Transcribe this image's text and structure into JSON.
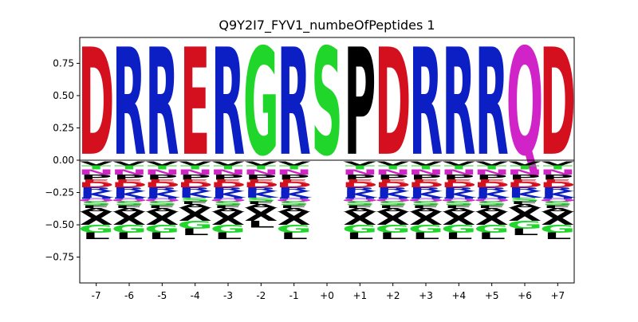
{
  "chart_data": {
    "type": "bar",
    "subtype": "sequence-logo",
    "title": "Q9Y2I7_FYV1_numbeOfPeptides 1",
    "positions": [
      "-7",
      "-6",
      "-5",
      "-4",
      "-3",
      "-2",
      "-1",
      "+0",
      "+1",
      "+2",
      "+3",
      "+4",
      "+5",
      "+6",
      "+7"
    ],
    "ylim": [
      -0.95,
      0.95
    ],
    "yticks": [
      0.75,
      0.5,
      0.25,
      0.0,
      -0.25,
      -0.5,
      -0.75
    ],
    "ytick_labels": [
      "0.75",
      "0.50",
      "0.25",
      "0.00",
      "−0.25",
      "−0.50",
      "−0.75"
    ],
    "grid": false,
    "top_residues": [
      "D",
      "R",
      "R",
      "E",
      "R",
      "G",
      "R",
      "S",
      "P",
      "D",
      "R",
      "R",
      "R",
      "Q",
      "D"
    ],
    "top_heights": [
      0.88,
      0.88,
      0.88,
      0.88,
      0.88,
      0.88,
      0.88,
      0.88,
      0.88,
      0.88,
      0.88,
      0.88,
      0.88,
      0.88,
      0.88
    ],
    "bottom_stacks": [
      {
        "position": "-7",
        "letters": [
          [
            "V",
            0.03
          ],
          [
            "T",
            0.03
          ],
          [
            "N",
            0.04
          ],
          [
            "P",
            0.04
          ],
          [
            "E",
            0.02
          ],
          [
            "D",
            0.04
          ],
          [
            "R",
            0.03
          ],
          [
            "K",
            0.05
          ],
          [
            "H",
            0.01
          ],
          [
            "Q",
            0.02
          ],
          [
            "S",
            0.03
          ],
          [
            "F",
            0.02
          ],
          [
            "A",
            0.03
          ],
          [
            "X",
            0.1
          ],
          [
            "G",
            0.06
          ],
          [
            "L",
            0.05
          ]
        ]
      },
      {
        "position": "-6",
        "letters": [
          [
            "V",
            0.03
          ],
          [
            "T",
            0.03
          ],
          [
            "N",
            0.04
          ],
          [
            "P",
            0.04
          ],
          [
            "E",
            0.02
          ],
          [
            "D",
            0.04
          ],
          [
            "R",
            0.03
          ],
          [
            "K",
            0.05
          ],
          [
            "H",
            0.01
          ],
          [
            "Q",
            0.02
          ],
          [
            "S",
            0.03
          ],
          [
            "F",
            0.02
          ],
          [
            "A",
            0.03
          ],
          [
            "X",
            0.1
          ],
          [
            "G",
            0.06
          ],
          [
            "L",
            0.05
          ]
        ]
      },
      {
        "position": "-5",
        "letters": [
          [
            "V",
            0.03
          ],
          [
            "T",
            0.03
          ],
          [
            "N",
            0.04
          ],
          [
            "P",
            0.04
          ],
          [
            "E",
            0.02
          ],
          [
            "D",
            0.04
          ],
          [
            "R",
            0.03
          ],
          [
            "K",
            0.05
          ],
          [
            "H",
            0.01
          ],
          [
            "Q",
            0.02
          ],
          [
            "S",
            0.03
          ],
          [
            "F",
            0.02
          ],
          [
            "A",
            0.03
          ],
          [
            "X",
            0.1
          ],
          [
            "G",
            0.06
          ],
          [
            "L",
            0.05
          ]
        ]
      },
      {
        "position": "-4",
        "letters": [
          [
            "V",
            0.03
          ],
          [
            "T",
            0.03
          ],
          [
            "N",
            0.04
          ],
          [
            "P",
            0.04
          ],
          [
            "E",
            0.02
          ],
          [
            "D",
            0.04
          ],
          [
            "R",
            0.03
          ],
          [
            "K",
            0.05
          ],
          [
            "S",
            0.03
          ],
          [
            "F",
            0.02
          ],
          [
            "A",
            0.03
          ],
          [
            "X",
            0.1
          ],
          [
            "G",
            0.06
          ],
          [
            "L",
            0.05
          ]
        ]
      },
      {
        "position": "-3",
        "letters": [
          [
            "V",
            0.03
          ],
          [
            "T",
            0.03
          ],
          [
            "N",
            0.04
          ],
          [
            "P",
            0.04
          ],
          [
            "E",
            0.02
          ],
          [
            "D",
            0.04
          ],
          [
            "R",
            0.03
          ],
          [
            "K",
            0.05
          ],
          [
            "H",
            0.01
          ],
          [
            "Q",
            0.02
          ],
          [
            "S",
            0.03
          ],
          [
            "F",
            0.02
          ],
          [
            "A",
            0.03
          ],
          [
            "X",
            0.1
          ],
          [
            "G",
            0.06
          ],
          [
            "L",
            0.05
          ]
        ]
      },
      {
        "position": "-2",
        "letters": [
          [
            "V",
            0.03
          ],
          [
            "T",
            0.03
          ],
          [
            "N",
            0.04
          ],
          [
            "P",
            0.04
          ],
          [
            "E",
            0.02
          ],
          [
            "D",
            0.04
          ],
          [
            "R",
            0.03
          ],
          [
            "K",
            0.05
          ],
          [
            "S",
            0.03
          ],
          [
            "F",
            0.02
          ],
          [
            "A",
            0.03
          ],
          [
            "X",
            0.1
          ],
          [
            "L",
            0.05
          ]
        ]
      },
      {
        "position": "-1",
        "letters": [
          [
            "V",
            0.03
          ],
          [
            "T",
            0.03
          ],
          [
            "N",
            0.04
          ],
          [
            "P",
            0.04
          ],
          [
            "E",
            0.02
          ],
          [
            "D",
            0.04
          ],
          [
            "R",
            0.03
          ],
          [
            "K",
            0.05
          ],
          [
            "H",
            0.01
          ],
          [
            "Q",
            0.02
          ],
          [
            "S",
            0.03
          ],
          [
            "F",
            0.02
          ],
          [
            "A",
            0.03
          ],
          [
            "X",
            0.1
          ],
          [
            "G",
            0.06
          ],
          [
            "L",
            0.05
          ]
        ]
      },
      {
        "position": "+0",
        "letters": []
      },
      {
        "position": "+1",
        "letters": [
          [
            "V",
            0.03
          ],
          [
            "T",
            0.03
          ],
          [
            "N",
            0.04
          ],
          [
            "P",
            0.04
          ],
          [
            "E",
            0.02
          ],
          [
            "D",
            0.04
          ],
          [
            "R",
            0.03
          ],
          [
            "K",
            0.05
          ],
          [
            "H",
            0.01
          ],
          [
            "Q",
            0.02
          ],
          [
            "S",
            0.03
          ],
          [
            "F",
            0.02
          ],
          [
            "A",
            0.03
          ],
          [
            "X",
            0.1
          ],
          [
            "G",
            0.06
          ],
          [
            "L",
            0.05
          ]
        ]
      },
      {
        "position": "+2",
        "letters": [
          [
            "V",
            0.03
          ],
          [
            "T",
            0.03
          ],
          [
            "N",
            0.04
          ],
          [
            "P",
            0.04
          ],
          [
            "E",
            0.02
          ],
          [
            "D",
            0.04
          ],
          [
            "R",
            0.03
          ],
          [
            "K",
            0.05
          ],
          [
            "H",
            0.01
          ],
          [
            "Q",
            0.02
          ],
          [
            "S",
            0.03
          ],
          [
            "F",
            0.02
          ],
          [
            "A",
            0.03
          ],
          [
            "X",
            0.1
          ],
          [
            "G",
            0.06
          ],
          [
            "L",
            0.05
          ]
        ]
      },
      {
        "position": "+3",
        "letters": [
          [
            "V",
            0.03
          ],
          [
            "T",
            0.03
          ],
          [
            "N",
            0.04
          ],
          [
            "P",
            0.04
          ],
          [
            "E",
            0.02
          ],
          [
            "D",
            0.04
          ],
          [
            "R",
            0.03
          ],
          [
            "K",
            0.05
          ],
          [
            "H",
            0.01
          ],
          [
            "Q",
            0.02
          ],
          [
            "S",
            0.03
          ],
          [
            "F",
            0.02
          ],
          [
            "A",
            0.03
          ],
          [
            "X",
            0.1
          ],
          [
            "G",
            0.06
          ],
          [
            "L",
            0.05
          ]
        ]
      },
      {
        "position": "+4",
        "letters": [
          [
            "V",
            0.03
          ],
          [
            "T",
            0.03
          ],
          [
            "N",
            0.04
          ],
          [
            "P",
            0.04
          ],
          [
            "E",
            0.02
          ],
          [
            "D",
            0.04
          ],
          [
            "R",
            0.03
          ],
          [
            "K",
            0.05
          ],
          [
            "H",
            0.01
          ],
          [
            "Q",
            0.02
          ],
          [
            "S",
            0.03
          ],
          [
            "F",
            0.02
          ],
          [
            "A",
            0.03
          ],
          [
            "X",
            0.1
          ],
          [
            "G",
            0.06
          ],
          [
            "L",
            0.05
          ]
        ]
      },
      {
        "position": "+5",
        "letters": [
          [
            "V",
            0.03
          ],
          [
            "T",
            0.03
          ],
          [
            "N",
            0.04
          ],
          [
            "P",
            0.04
          ],
          [
            "E",
            0.02
          ],
          [
            "D",
            0.04
          ],
          [
            "R",
            0.03
          ],
          [
            "K",
            0.05
          ],
          [
            "H",
            0.01
          ],
          [
            "Q",
            0.02
          ],
          [
            "S",
            0.03
          ],
          [
            "F",
            0.02
          ],
          [
            "A",
            0.03
          ],
          [
            "X",
            0.1
          ],
          [
            "G",
            0.06
          ],
          [
            "L",
            0.05
          ]
        ]
      },
      {
        "position": "+6",
        "letters": [
          [
            "V",
            0.03
          ],
          [
            "T",
            0.03
          ],
          [
            "N",
            0.04
          ],
          [
            "P",
            0.04
          ],
          [
            "E",
            0.02
          ],
          [
            "D",
            0.04
          ],
          [
            "R",
            0.03
          ],
          [
            "K",
            0.05
          ],
          [
            "S",
            0.03
          ],
          [
            "F",
            0.02
          ],
          [
            "A",
            0.03
          ],
          [
            "X",
            0.1
          ],
          [
            "G",
            0.06
          ],
          [
            "L",
            0.05
          ]
        ]
      },
      {
        "position": "+7",
        "letters": [
          [
            "V",
            0.03
          ],
          [
            "T",
            0.03
          ],
          [
            "N",
            0.04
          ],
          [
            "P",
            0.04
          ],
          [
            "E",
            0.02
          ],
          [
            "D",
            0.04
          ],
          [
            "R",
            0.03
          ],
          [
            "K",
            0.05
          ],
          [
            "H",
            0.01
          ],
          [
            "Q",
            0.02
          ],
          [
            "S",
            0.03
          ],
          [
            "F",
            0.02
          ],
          [
            "A",
            0.03
          ],
          [
            "X",
            0.1
          ],
          [
            "G",
            0.06
          ],
          [
            "L",
            0.05
          ]
        ]
      }
    ],
    "residue_colors": {
      "D": "#d40f1e",
      "E": "#d40f1e",
      "R": "#0b1fc4",
      "K": "#0b1fc4",
      "H": "#0b1fc4",
      "G": "#21d62a",
      "S": "#21d62a",
      "T": "#21d62a",
      "Y": "#21d62a",
      "C": "#21d62a",
      "Q": "#d024c8",
      "N": "#d024c8",
      "P": "#000000",
      "A": "#000000",
      "V": "#000000",
      "L": "#000000",
      "I": "#000000",
      "M": "#000000",
      "F": "#000000",
      "W": "#000000",
      "X": "#000000"
    }
  }
}
